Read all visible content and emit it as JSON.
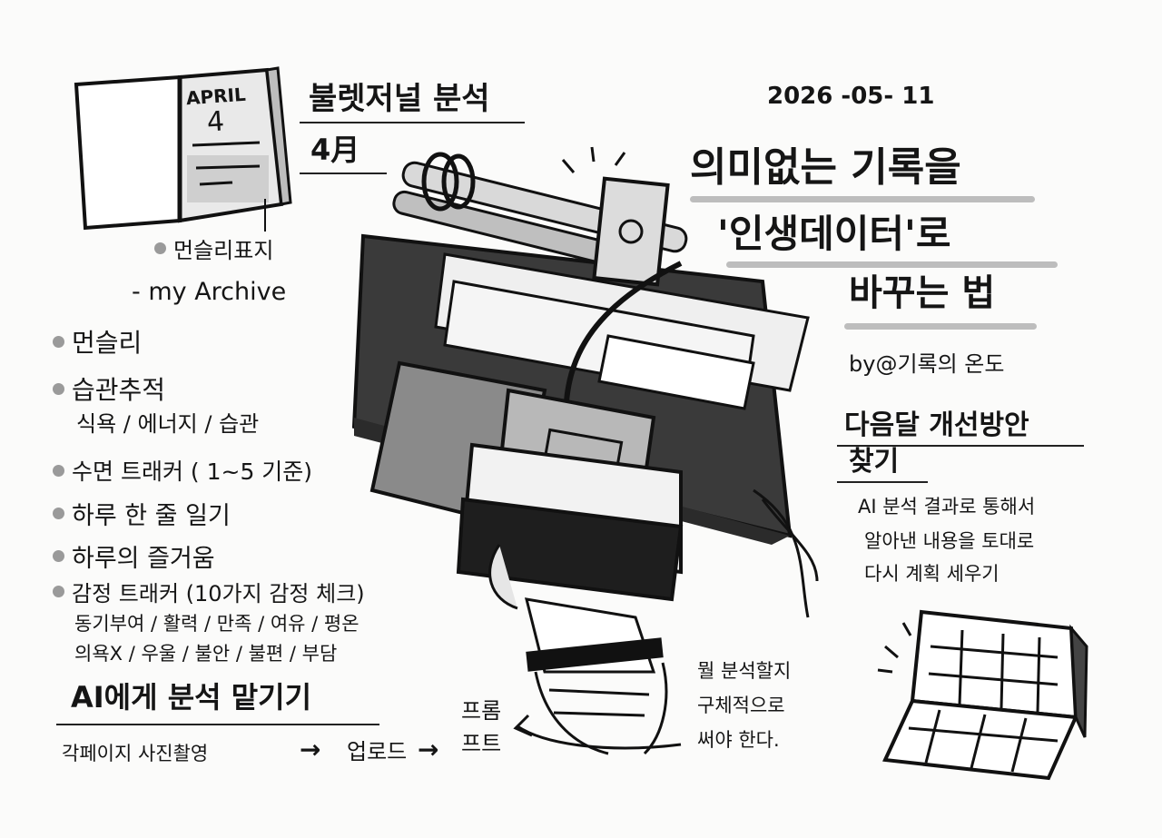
{
  "header": {
    "notebook_month": "APRIL",
    "notebook_day": "4",
    "title_line1": "불렛저널 분석",
    "title_line2": "4月",
    "date": "2026 -05- 11"
  },
  "cover": {
    "label": "먼슬리표지",
    "sub": "- my Archive"
  },
  "headline": {
    "line1": "의미없는 기록을",
    "line2": "'인생데이터'로",
    "line3": "바꾸는 법",
    "author": "by@기록의 온도"
  },
  "list": [
    {
      "label": "먼슬리"
    },
    {
      "label": "습관추적"
    },
    {
      "label": "수면 트래커 ( 1~5 기준)"
    },
    {
      "label": "하루 한 줄 일기"
    },
    {
      "label": "하루의 즐거움"
    },
    {
      "label": "감정 트래커 (10가지 감정 체크)"
    }
  ],
  "habit_sub": "식욕 / 에너지 / 습관",
  "emotions": {
    "line1": "동기부여 / 활력 / 만족 / 여유 / 평온",
    "line2": "의욕X / 우울 / 불안 / 불편 / 부담"
  },
  "ai_section": {
    "heading": "AI에게 분석 맡기기",
    "step1": "각페이지 사진촬영",
    "arrow": "→",
    "step2": "업로드",
    "step3_line1": "프롬",
    "step3_line2": "프트"
  },
  "note": {
    "line1": "뭘 분석할지",
    "line2": "구체적으로",
    "line3": "써야 한다."
  },
  "improve": {
    "heading_line1": "다음달 개선방안",
    "heading_line2": "찾기",
    "body_line1": "AI 분석 결과로 통해서",
    "body_line2": "알아낸 내용을 토대로",
    "body_line3": "다시 계획 세우기"
  },
  "icons": [
    "notebook-icon",
    "journal-bundle-illustration",
    "planner-icon"
  ]
}
